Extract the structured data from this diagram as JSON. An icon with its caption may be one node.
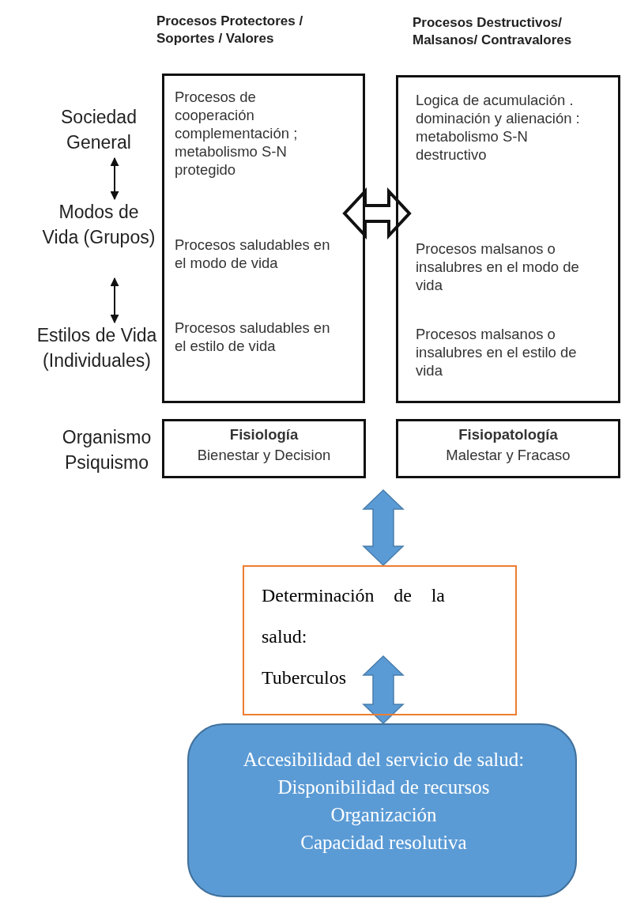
{
  "diagram": {
    "nodes": [
      {
        "text": [
          "Sociedad General"
        ]
      },
      {
        "text": [
          "Modos de Vida (Grupos)"
        ]
      },
      {
        "text": [
          "Estilos de Vida (Individuales)"
        ]
      },
      {
        "text": [
          "Procesos Protectores / Soportes / Valores",
          "Procesos de cooperación complementación ; metabolismo S-N protegido",
          "Procesos saludables en el modo de vida",
          "Procesos saludables en el estilo de vida"
        ]
      },
      {
        "text": [
          "Procesos Destructivos/ Malsanos/ Contravalores",
          "Logica de acumulación . dominación y alienación : metabolismo S-N destructivo",
          "Procesos malsanos o insalubres en el modo de vida",
          "Procesos malsanos o insalubres en el estilo de vida"
        ]
      },
      {
        "text": [
          "Fisiología",
          "Bienestar y Decision"
        ]
      },
      {
        "text": [
          "Fisiopatología",
          "Malestar y Fracaso"
        ]
      },
      {
        "text": [
          "Determinación de la salud:",
          "Tuberculos"
        ]
      },
      {
        "text": [
          "Accesibilidad del servicio de salud:",
          "Disponibilidad de recursos",
          "Organización",
          "Capacidad resolutiva"
        ]
      }
    ],
    "edges": [
      {
        "from": 0,
        "to": 1,
        "arrow": "both"
      },
      {
        "from": 1,
        "to": 2,
        "arrow": "both"
      },
      {
        "from": 3,
        "to": 4,
        "arrow": "both",
        "style": "thick"
      },
      {
        "from": null,
        "to": 7,
        "arrow": "both",
        "style": "thick",
        "color": "#5b9bd5"
      },
      {
        "from": 8,
        "to": 7,
        "arrow": "both",
        "style": "thick",
        "color": "#5b9bd5"
      }
    ],
    "labels": [
      "Organismo Psiquismo"
    ]
  }
}
